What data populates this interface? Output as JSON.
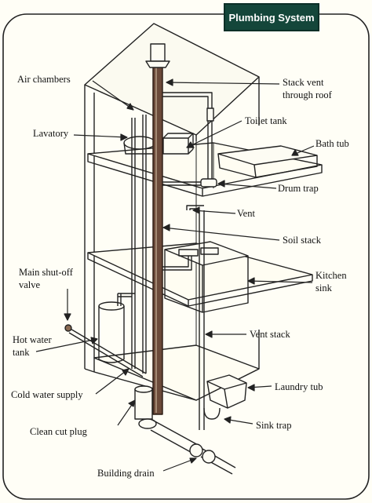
{
  "title": "Plumbing System",
  "colors": {
    "title_bg": "#14463a",
    "title_text": "#ffffff",
    "paper": "#fffef6",
    "ink": "#222222",
    "stack_fill": "#6b4a3a"
  },
  "labels": {
    "air_chambers": "Air chambers",
    "stack_vent_1": "Stack vent",
    "stack_vent_2": "through roof",
    "lavatory": "Lavatory",
    "toilet_tank": "Toilet tank",
    "bath_tub": "Bath tub",
    "drum_trap": "Drum trap",
    "vent": "Vent",
    "soil_stack": "Soil stack",
    "main_shutoff_1": "Main shut-off",
    "main_shutoff_2": "valve",
    "kitchen_sink_1": "Kitchen",
    "kitchen_sink_2": "sink",
    "hot_water_1": "Hot water",
    "hot_water_2": "tank",
    "vent_stack": "Vent stack",
    "laundry_tub": "Laundry tub",
    "cold_water": "Cold water supply",
    "sink_trap": "Sink trap",
    "clean_cut_plug": "Clean cut plug",
    "building_drain": "Building drain"
  }
}
